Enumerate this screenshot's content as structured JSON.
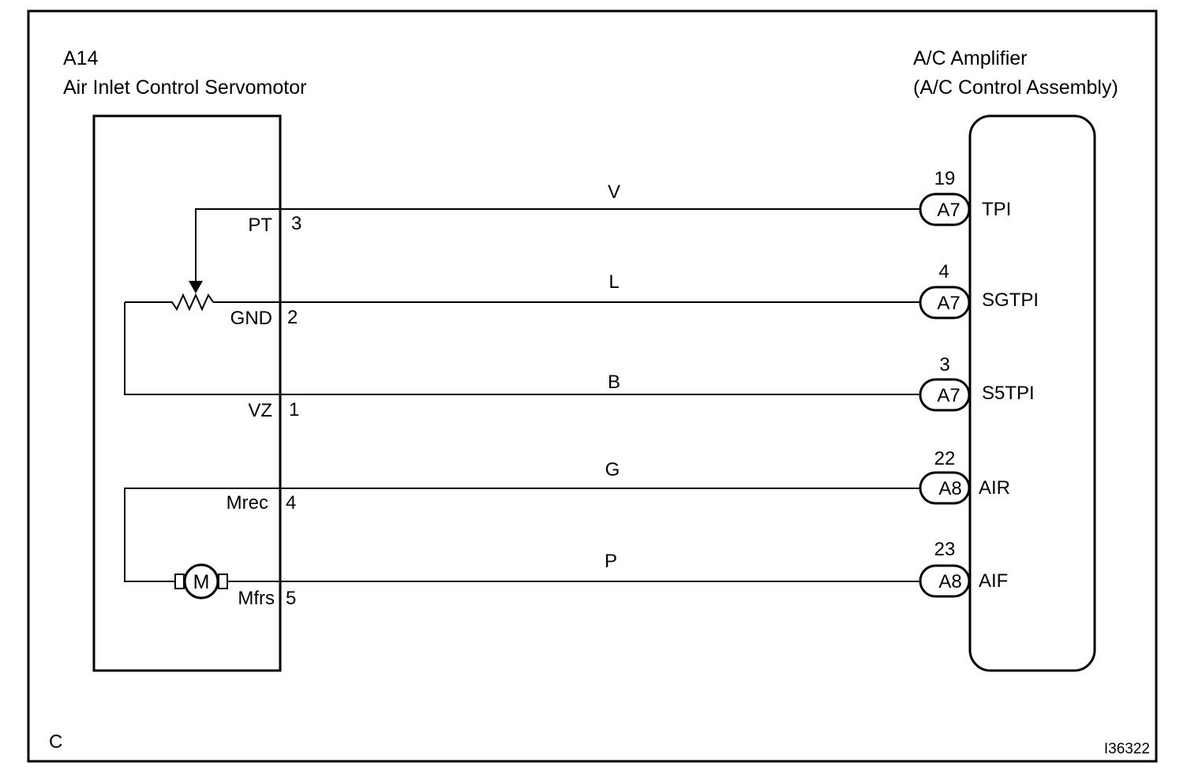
{
  "component_left": {
    "code": "A14",
    "name": "Air Inlet Control Servomotor",
    "pins": [
      {
        "label": "PT",
        "num": "3"
      },
      {
        "label": "GND",
        "num": "2"
      },
      {
        "label": "VZ",
        "num": "1"
      },
      {
        "label": "Mrec",
        "num": "4"
      },
      {
        "label": "Mfrs",
        "num": "5"
      }
    ],
    "motor_symbol": "M"
  },
  "component_right": {
    "title_line1": "A/C Amplifier",
    "title_line2": "(A/C Control Assembly)",
    "pins": [
      {
        "pin": "19",
        "connector": "A7",
        "label": "TPI"
      },
      {
        "pin": "4",
        "connector": "A7",
        "label": "SGTPI"
      },
      {
        "pin": "3",
        "connector": "A7",
        "label": "S5TPI"
      },
      {
        "pin": "22",
        "connector": "A8",
        "label": "AIR"
      },
      {
        "pin": "23",
        "connector": "A8",
        "label": "AIF"
      }
    ]
  },
  "wires": [
    "V",
    "L",
    "B",
    "G",
    "P"
  ],
  "footer": {
    "corner_letter": "C",
    "figure_id": "I36322"
  }
}
